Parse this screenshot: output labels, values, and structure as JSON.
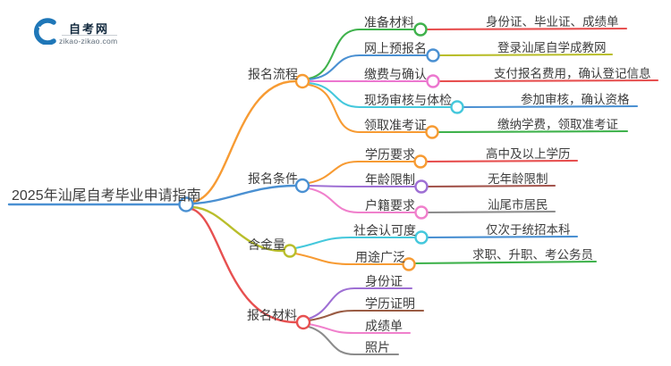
{
  "logo": {
    "site_name": "自考网",
    "site_url": "zikao-zikao.com",
    "icon": "graduation-cap-logo"
  },
  "central": {
    "title": "2025年汕尾自考毕业申请指南"
  },
  "palette": {
    "ink": "#3d3d3d",
    "orange": "#f79b33",
    "blue": "#4a90d2",
    "olive": "#b9be2b",
    "red": "#e75050",
    "green": "#3fb24c",
    "cyan": "#45c8dc",
    "magenta": "#ec77cf",
    "pink": "#f080cc",
    "purple": "#9e6fd4",
    "maroon": "#a3544c",
    "brown": "#9a5c44",
    "gray": "#8c8c8c",
    "logo_blue": "#1f77b8",
    "logo_red": "#e23c3c"
  },
  "branches": [
    {
      "label": "报名流程",
      "color": "#f79b33",
      "children": [
        {
          "label": "准备材料",
          "color": "#3fb24c",
          "detail": "身份证、毕业证、成绩单",
          "detail_color": "#e75050"
        },
        {
          "label": "网上预报名",
          "color": "#4a90d2",
          "detail": "登录汕尾自学成教网",
          "detail_color": "#b9be2b"
        },
        {
          "label": "缴费与确认",
          "color": "#ec77cf",
          "detail": "支付报名费用，确认登记信息",
          "detail_color": "#e75050"
        },
        {
          "label": "现场审核与体检",
          "color": "#45c8dc",
          "detail": "参加审核，确认资格",
          "detail_color": "#4a90d2"
        },
        {
          "label": "领取准考证",
          "color": "#f79b33",
          "detail": "缴纳学费，领取准考证",
          "detail_color": "#3fb24c"
        }
      ]
    },
    {
      "label": "报名条件",
      "color": "#4a90d2",
      "children": [
        {
          "label": "学历要求",
          "color": "#f79b33",
          "detail": "高中及以上学历",
          "detail_color": "#e75050"
        },
        {
          "label": "年龄限制",
          "color": "#9e6fd4",
          "detail": "无年龄限制",
          "detail_color": "#a3544c"
        },
        {
          "label": "户籍要求",
          "color": "#f080cc",
          "detail": "汕尾市居民",
          "detail_color": "#8c8c8c"
        }
      ]
    },
    {
      "label": "含金量",
      "color": "#b9be2b",
      "children": [
        {
          "label": "社会认可度",
          "color": "#45c8dc",
          "detail": "仅次于统招本科",
          "detail_color": "#4a90d2"
        },
        {
          "label": "用途广泛",
          "color": "#f79b33",
          "detail": "求职、升职、考公务员",
          "detail_color": "#3fb24c"
        }
      ]
    },
    {
      "label": "报名材料",
      "color": "#e75050",
      "children": [
        {
          "label": "身份证",
          "color": "#9e6fd4"
        },
        {
          "label": "学历证明",
          "color": "#9a5c44"
        },
        {
          "label": "成绩单",
          "color": "#f080cc"
        },
        {
          "label": "照片",
          "color": "#8c8c8c"
        }
      ]
    }
  ]
}
